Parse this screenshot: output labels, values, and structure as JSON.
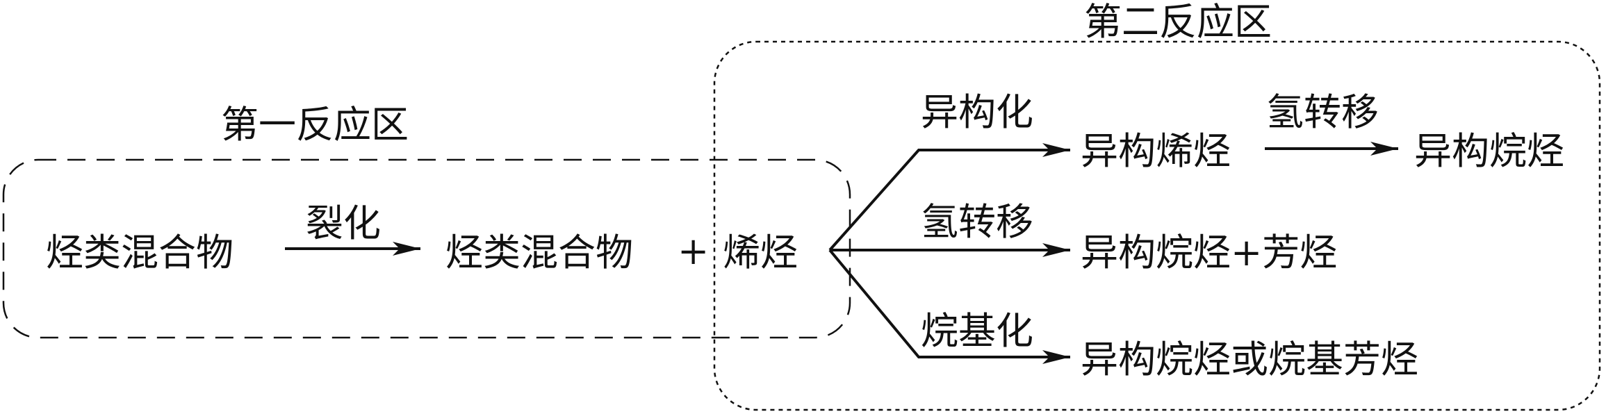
{
  "zone1": {
    "title": "第一反应区"
  },
  "zone2": {
    "title": "第二反应区"
  },
  "feed": "烃类混合物",
  "cracking": {
    "label": "裂化"
  },
  "products1": {
    "mix": "烃类混合物",
    "plus": "+",
    "olefin": "烯烃"
  },
  "branches": [
    {
      "label": "异构化",
      "product": "异构烯烃",
      "next_label": "氢转移",
      "next_product": "异构烷烃"
    },
    {
      "label": "氢转移",
      "product": "异构烷烃+芳烃"
    },
    {
      "label": "烷基化",
      "product": "异构烷烃或烷基芳烃"
    }
  ]
}
